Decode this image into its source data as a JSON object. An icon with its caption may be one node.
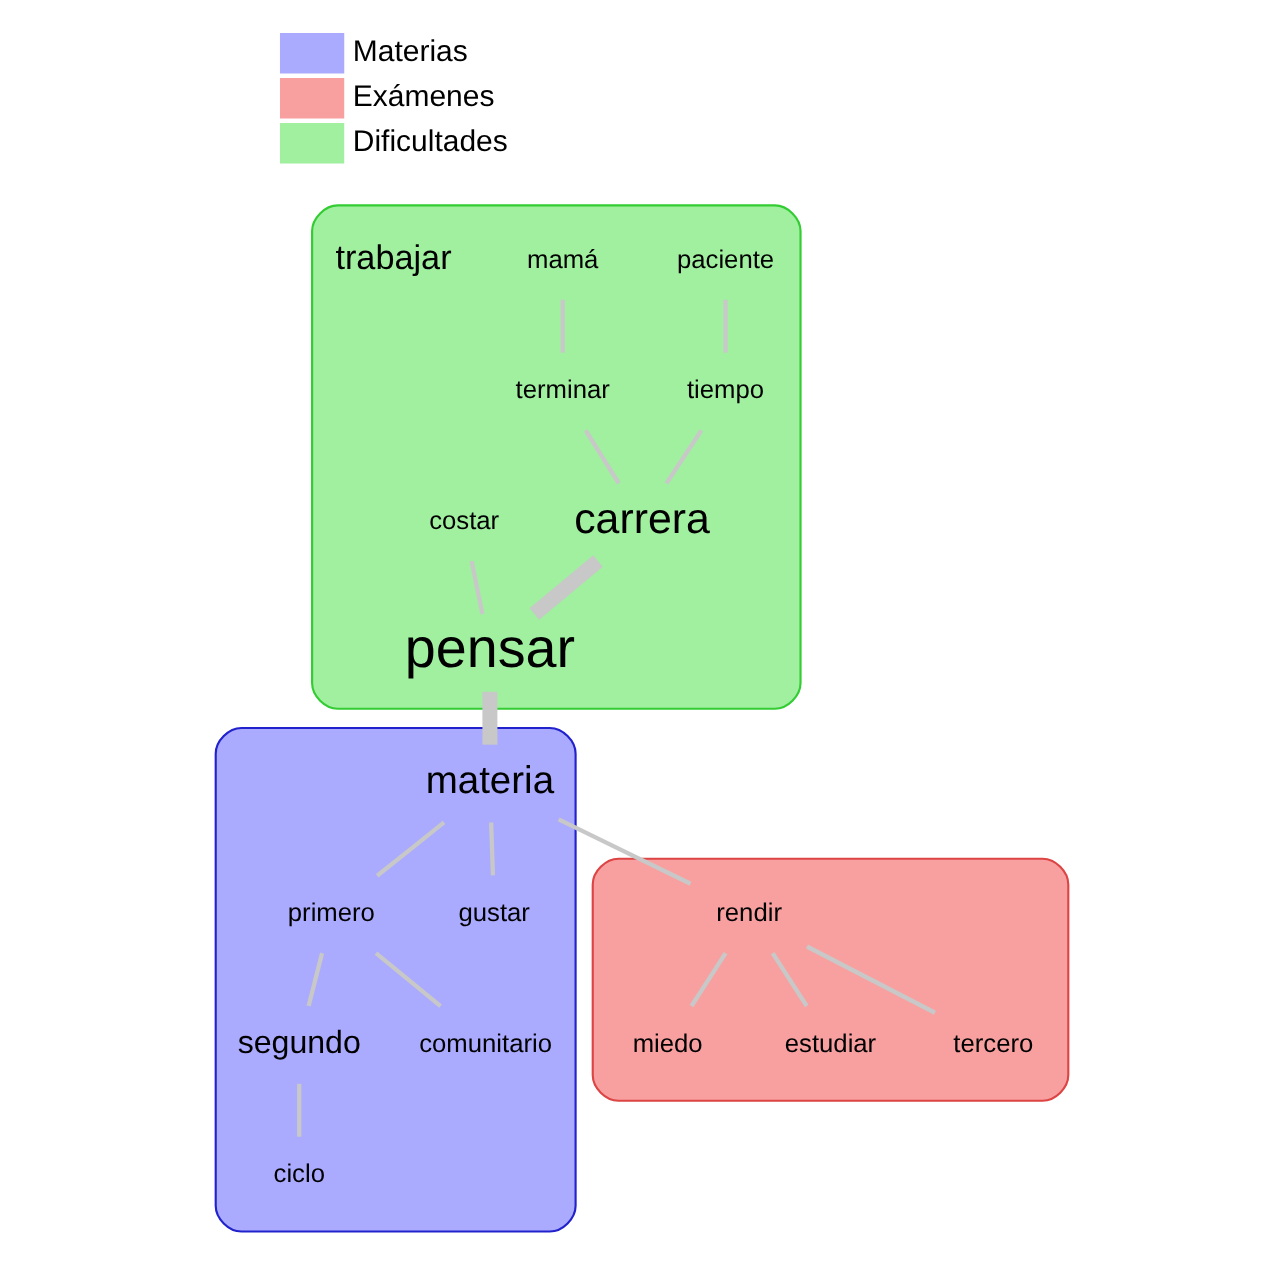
{
  "diagram": {
    "nodes": [
      {
        "text": [],
        "shape": "blob"
      },
      {
        "text": [
          "paciente"
        ],
        "in": 0
      },
      {
        "text": [
          "tiempo"
        ],
        "in": 0
      },
      {
        "text": [
          "mamá"
        ],
        "in": 0
      },
      {
        "text": [
          "terminar"
        ],
        "in": 0
      },
      {
        "text": [
          "carrera"
        ],
        "in": 0
      },
      {
        "text": [
          "costar"
        ],
        "in": 0
      },
      {
        "text": [
          "pensar"
        ],
        "in": 0
      },
      {
        "text": [
          "trabajar"
        ],
        "in": 0
      },
      {
        "text": [],
        "shape": "blob"
      },
      {
        "text": [
          "materia"
        ],
        "in": 9
      },
      {
        "text": [
          "primero"
        ],
        "in": 9
      },
      {
        "text": [
          "segundo"
        ],
        "in": 9
      },
      {
        "text": [
          "ciclo"
        ],
        "in": 9
      },
      {
        "text": [
          "comunitario"
        ],
        "in": 9
      },
      {
        "text": [
          "gustar"
        ],
        "in": 9
      },
      {
        "text": [],
        "shape": "blob"
      },
      {
        "text": [
          "rendir"
        ],
        "in": 16
      },
      {
        "text": [
          "miedo"
        ],
        "in": 16
      },
      {
        "text": [
          "estudiar"
        ],
        "in": 16
      },
      {
        "text": [
          "tercero"
        ],
        "in": 16
      }
    ],
    "edges": [
      {
        "from": 1,
        "to": 2,
        "arrow": "none"
      },
      {
        "from": 2,
        "to": 5,
        "arrow": "none"
      },
      {
        "from": 3,
        "to": 4,
        "arrow": "none"
      },
      {
        "from": 4,
        "to": 5,
        "arrow": "none"
      },
      {
        "from": 5,
        "to": 7,
        "arrow": "none",
        "style": "thick"
      },
      {
        "from": 6,
        "to": 7,
        "arrow": "none"
      },
      {
        "from": 7,
        "to": 10,
        "arrow": "none",
        "style": "thick"
      },
      {
        "from": 10,
        "to": 11,
        "arrow": "none"
      },
      {
        "from": 11,
        "to": 12,
        "arrow": "none"
      },
      {
        "from": 12,
        "to": 13,
        "arrow": "none"
      },
      {
        "from": 11,
        "to": 14,
        "arrow": "none"
      },
      {
        "from": 10,
        "to": 15,
        "arrow": "none"
      },
      {
        "from": 10,
        "to": 17,
        "arrow": "none"
      },
      {
        "from": 17,
        "to": 18,
        "arrow": "none"
      },
      {
        "from": 17,
        "to": 20,
        "arrow": "none"
      },
      {
        "from": 17,
        "to": 19,
        "arrow": "none"
      }
    ],
    "legend": [
      {
        "text": "Materias",
        "color": "#aaaaff"
      },
      {
        "text": "Exámenes",
        "color": "#f8a0a0"
      },
      {
        "text": "Dificultades",
        "color": "#a0f0a0"
      }
    ]
  }
}
